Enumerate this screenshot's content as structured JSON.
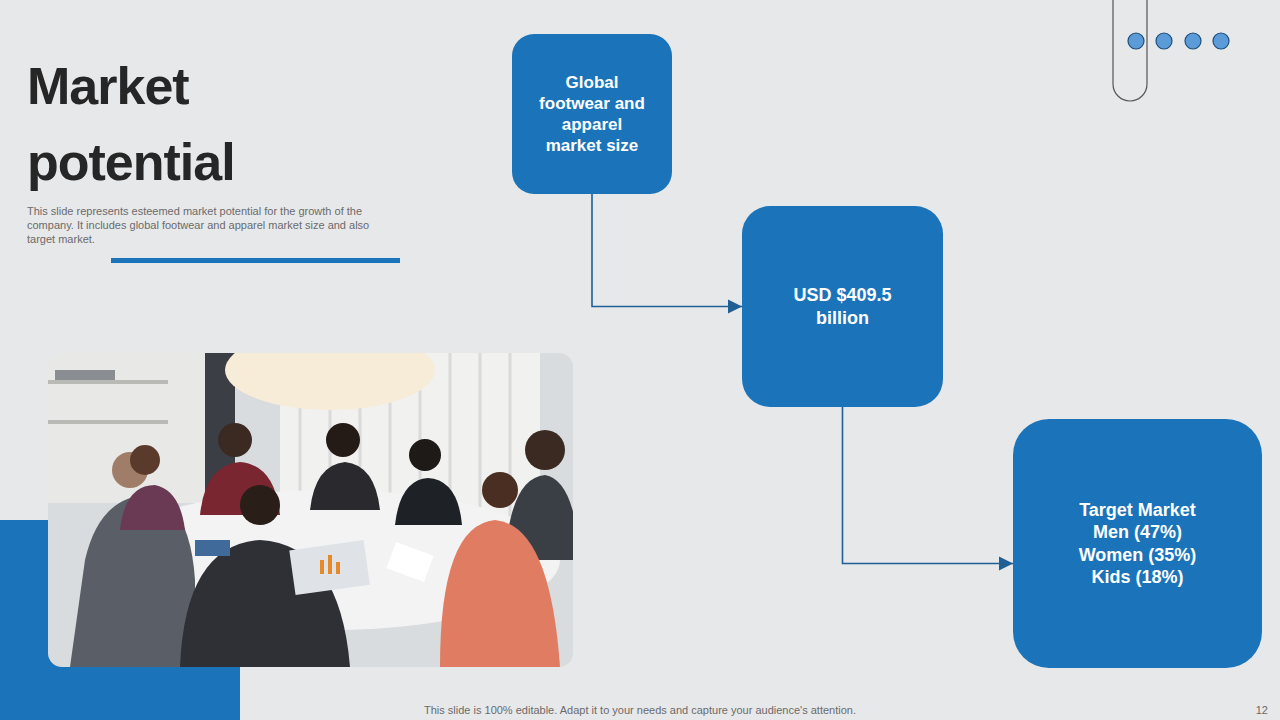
{
  "diagram": {
    "title": "Market potential",
    "nodes": [
      {
        "text": [
          "Global footwear and apparel market size"
        ]
      },
      {
        "text": [
          "USD $409.5 billion"
        ]
      },
      {
        "text": [
          "Target Market Men (47%) Women (35%) Kids (18%)"
        ]
      }
    ],
    "edges": [
      {
        "from": 0,
        "to": 1,
        "arrow": "to"
      },
      {
        "from": 1,
        "to": 2,
        "arrow": "to"
      }
    ],
    "labels": [
      "This slide represents esteemed market potential for the growth of the company. It includes global footwear and apparel market size and also target market.",
      "This slide is 100% editable. Adapt it to your needs and capture your audience's attention.",
      "12"
    ]
  }
}
